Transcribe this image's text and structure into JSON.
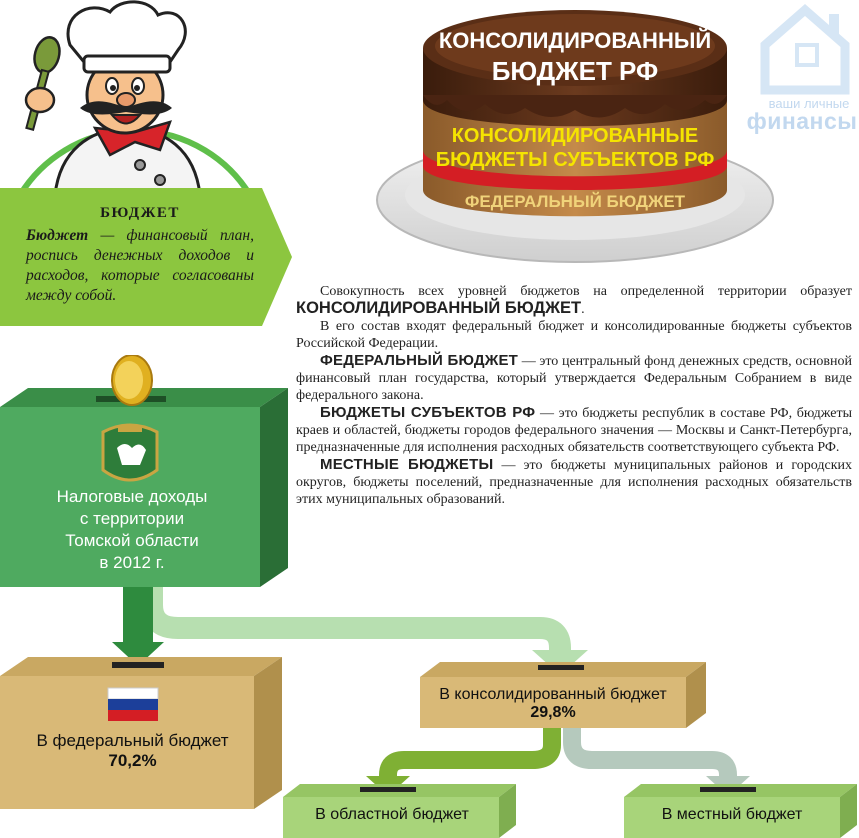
{
  "definition": {
    "title": "БЮДЖЕТ",
    "term": "Бюджет",
    "text": " — финансовый план, роспись денежных доходов и расходов, которые согласованы между собой."
  },
  "cake": {
    "top_label_line1": "КОНСОЛИДИРОВАННЫЙ",
    "top_label_line2": "БЮДЖЕТ РФ",
    "middle_label_line1": "КОНСОЛИДИРОВАННЫЕ",
    "middle_label_line2": "БЮДЖЕТЫ СУБЪЕКТОВ РФ",
    "bottom_label": "ФЕДЕРАЛЬНЫЙ БЮДЖЕТ"
  },
  "logo": {
    "line1": "ваши личные",
    "line2": "финансы"
  },
  "article": {
    "p1_text": "Совокупность всех уровней бюджетов на определенной территории образует ",
    "p1_term": "КОНСОЛИДИРОВАННЫЙ БЮДЖЕТ",
    "p1_end": ".",
    "p2_text": "В его состав входят федеральный бюджет и консолидированные бюджеты субъектов Российской Федерации.",
    "p3_term": "ФЕДЕРАЛЬНЫЙ БЮДЖЕТ",
    "p3_text": " — это центральный фонд денежных средств, основной финансовый план государства, который утверждается Федеральным Собранием в виде федерального закона.",
    "p4_term": "БЮДЖЕТЫ СУБЪЕКТОВ РФ",
    "p4_text": " — это бюджеты республик в составе РФ, бюджеты краев и областей, бюджеты городов федерального значения — Москвы и Санкт-Петербурга, предназначенные для исполнения расходных обязательств соответствующего субъекта РФ.",
    "p5_term": "МЕСТНЫЕ БЮДЖЕТЫ",
    "p5_text": " — это бюджеты муниципальных районов и городских округов, бюджеты поселений, предназначенные для исполнения расходных обязательств этих муниципальных образований."
  },
  "diagram": {
    "source_line1": "Налоговые доходы",
    "source_line2": "с территории",
    "source_line3": "Томской области",
    "source_line4": "в 2012 г.",
    "federal_label": "В федеральный бюджет",
    "federal_pct": "70,2%",
    "consolidated_label": "В консолидированный бюджет",
    "consolidated_pct": "29,8%",
    "regional_label": "В областной бюджет",
    "local_label": "В местный бюджет"
  },
  "colors": {
    "green_box": "#4faa60",
    "lime": "#8cc63f",
    "tan_box": "#d9b977",
    "pale_green": "#a8d47a",
    "arrow_dark_green": "#2e8b3e",
    "arrow_light_green": "#b7dfb0",
    "arrow_olive": "#7fb034",
    "arrow_gray_green": "#b5c9bd"
  },
  "icons": [
    "chef-mascot",
    "cake-illustration",
    "coin-icon",
    "tomsk-coat-of-arms-icon",
    "russian-flag-icon",
    "house-logo-icon"
  ]
}
